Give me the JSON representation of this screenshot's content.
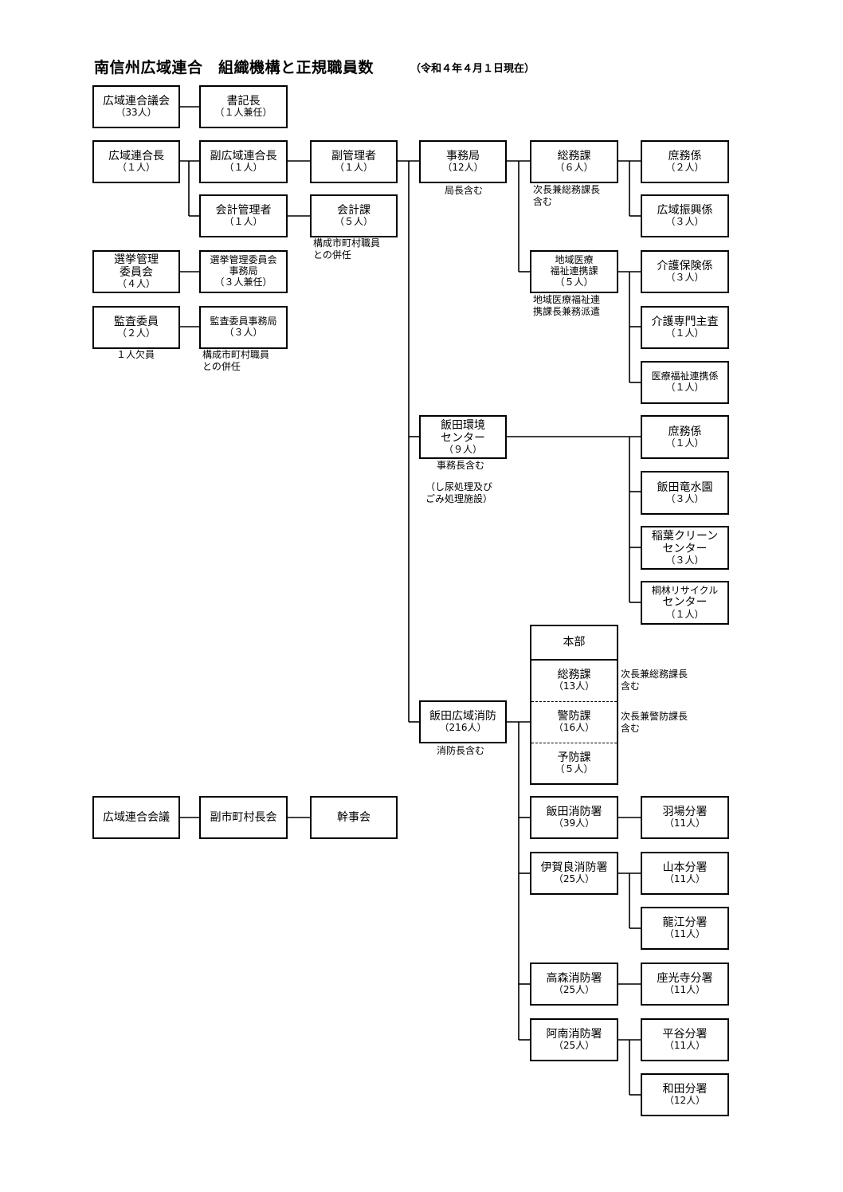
{
  "title": "南信州広域連合　組織機構と正規職員数",
  "as_of": "（令和４年４月１日現在）",
  "boxes": {
    "gikai": {
      "title": "広域連合議会",
      "count": "（33人）"
    },
    "shokicho": {
      "title": "書記長",
      "count": "（１人兼任）"
    },
    "rengocho": {
      "title": "広域連合長",
      "count": "（１人）"
    },
    "fuku_rengocho": {
      "title": "副広域連合長",
      "count": "（１人）"
    },
    "fuku_kanrisha": {
      "title": "副管理者",
      "count": "（１人）"
    },
    "jimukyoku": {
      "title": "事務局",
      "count": "（12人）"
    },
    "somuka": {
      "title": "総務課",
      "count": "（６人）"
    },
    "shomu1": {
      "title": "庶務係",
      "count": "（２人）"
    },
    "koiki_shinko": {
      "title": "広域振興係",
      "count": "（３人）"
    },
    "kaikei_kanrisha": {
      "title": "会計管理者",
      "count": "（１人）"
    },
    "kaikeika": {
      "title": "会計課",
      "count": "（５人）"
    },
    "iryo_fukushi": {
      "title1": "地域医療",
      "title2": "福祉連携課",
      "count": "（５人）"
    },
    "kaigo_hoken": {
      "title": "介護保険係",
      "count": "（３人）"
    },
    "kaigo_senmon": {
      "title": "介護専門主査",
      "count": "（１人）"
    },
    "iryo_fukushi_kakari": {
      "title": "医療福祉連携係",
      "count": "（１人）"
    },
    "senkyo_iinkai": {
      "title1": "選挙管理",
      "title2": "委員会",
      "count": "（４人）"
    },
    "senkyo_jimukyoku": {
      "title1": "選挙管理委員会",
      "title2": "事務局",
      "count": "（３人兼任）"
    },
    "kansa_iin": {
      "title": "監査委員",
      "count": "（２人）"
    },
    "kansa_jimukyoku": {
      "title": "監査委員事務局",
      "count": "（３人）"
    },
    "kankyo_center": {
      "title1": "飯田環境",
      "title2": "センター",
      "count": "（９人）"
    },
    "shomu2": {
      "title": "庶務係",
      "count": "（１人）"
    },
    "chikusuien": {
      "title": "飯田竜水園",
      "count": "（３人）"
    },
    "inaba_clean": {
      "title1": "稲葉クリーン",
      "title2": "センター",
      "count": "（３人）"
    },
    "kirihayashi": {
      "title1": "桐林リサイクル",
      "title2": "センター",
      "count": "（１人）"
    },
    "shobo": {
      "title": "飯田広域消防",
      "count": "（216人）"
    },
    "iida_shobosho": {
      "title": "飯田消防署",
      "count": "（39人）"
    },
    "haba": {
      "title": "羽場分署",
      "count": "（11人）"
    },
    "igara_shobosho": {
      "title": "伊賀良消防署",
      "count": "（25人）"
    },
    "yamamoto": {
      "title": "山本分署",
      "count": "（11人）"
    },
    "tatsue": {
      "title": "龍江分署",
      "count": "（11人）"
    },
    "takamori_shobosho": {
      "title": "高森消防署",
      "count": "（25人）"
    },
    "zakoji": {
      "title": "座光寺分署",
      "count": "（11人）"
    },
    "anan_shobosho": {
      "title": "阿南消防署",
      "count": "（25人）"
    },
    "hiraya": {
      "title": "平谷分署",
      "count": "（11人）"
    },
    "wada": {
      "title": "和田分署",
      "count": "（12人）"
    },
    "rengo_kaigi": {
      "title": "広域連合会議"
    },
    "fuku_shichoson": {
      "title": "副市町村長会"
    },
    "kanjikai": {
      "title": "幹事会"
    }
  },
  "hq": {
    "honbu": {
      "title": "本部"
    },
    "somu": {
      "title": "総務課",
      "count": "（13人）"
    },
    "keibo": {
      "title": "警防課",
      "count": "（16人）"
    },
    "yobo": {
      "title": "予防課",
      "count": "（５人）"
    }
  },
  "notes": {
    "jimukyoku": "局長含む",
    "somuka": "次長兼総務課長\n含む",
    "kaikeika": "構成市町村職員\nとの併任",
    "iryo_fukushi": "地域医療福祉連\n携課長兼務派遣",
    "kansa_iin": "１人欠員",
    "kansa_jimukyoku": "構成市町村職員\nとの併任",
    "kankyo_center": "事務長含む",
    "kankyo_facility": "（し尿処理及び\nごみ処理施設）",
    "hq_somu": "次長兼総務課長\n含む",
    "hq_keibo": "次長兼警防課長\n含む",
    "shobo": "消防長含む"
  }
}
